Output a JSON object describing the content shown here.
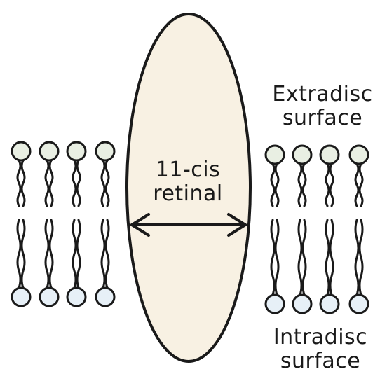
{
  "labels": {
    "retinal": [
      "11-cis",
      "retinal"
    ],
    "extradisc": [
      "Extradisc",
      "surface"
    ],
    "intradisc": [
      "Intradisc",
      "surface"
    ]
  },
  "colors": {
    "protein_fill": "#f8f1e3",
    "head_top_fill": "#e9efe3",
    "head_bottom_fill": "#e7f0f7",
    "stroke": "#1a1a1a"
  },
  "icons": {
    "arrow": "double-headed-arrow",
    "lipid": "phospholipid"
  }
}
